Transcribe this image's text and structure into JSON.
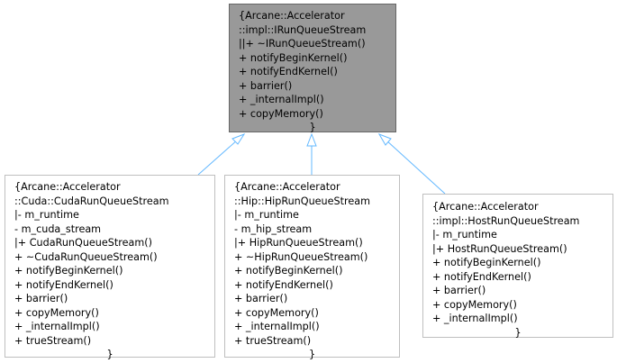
{
  "diagram": {
    "colors": {
      "base_fill": "#999999",
      "base_border": "#666666",
      "node_fill": "#ffffff",
      "node_border": "#bfbfbf",
      "edge": "#63b8ff",
      "text": "#000000"
    },
    "base_class": {
      "lines": [
        "{Arcane::Accelerator",
        "::impl::IRunQueueStream",
        "||+ ~IRunQueueStream()",
        "+ notifyBeginKernel()",
        "+ notifyEndKernel()",
        "+ barrier()",
        "+ _internalImpl()",
        "+ copyMemory()"
      ],
      "closing": "}"
    },
    "derived_classes": [
      {
        "id": "cuda",
        "lines": [
          "{Arcane::Accelerator",
          "::Cuda::CudaRunQueueStream",
          "|- m_runtime",
          "- m_cuda_stream",
          "|+ CudaRunQueueStream()",
          "+ ~CudaRunQueueStream()",
          "+ notifyBeginKernel()",
          "+ notifyEndKernel()",
          "+ barrier()",
          "+ copyMemory()",
          "+ _internalImpl()",
          "+ trueStream()"
        ],
        "closing": "}"
      },
      {
        "id": "hip",
        "lines": [
          "{Arcane::Accelerator",
          "::Hip::HipRunQueueStream",
          "|- m_runtime",
          "- m_hip_stream",
          "|+ HipRunQueueStream()",
          "+ ~HipRunQueueStream()",
          "+ notifyBeginKernel()",
          "+ notifyEndKernel()",
          "+ barrier()",
          "+ copyMemory()",
          "+ _internalImpl()",
          "+ trueStream()"
        ],
        "closing": "}"
      },
      {
        "id": "host",
        "lines": [
          "{Arcane::Accelerator",
          "::impl::HostRunQueueStream",
          "|- m_runtime",
          "|+ HostRunQueueStream()",
          "+ notifyBeginKernel()",
          "+ notifyEndKernel()",
          "+ barrier()",
          "+ copyMemory()",
          "+ _internalImpl()"
        ],
        "closing": "}"
      }
    ]
  }
}
